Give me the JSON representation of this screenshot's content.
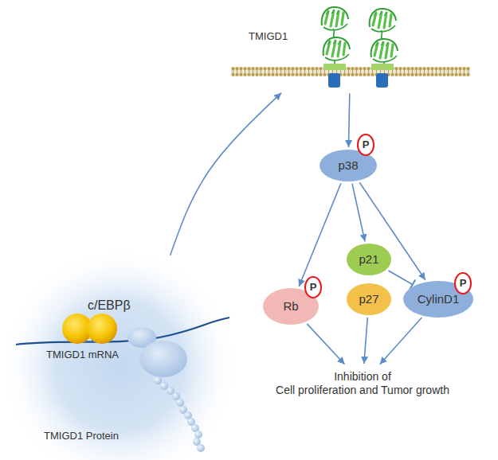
{
  "diagram": {
    "nodes": [
      {
        "text": [
          "TMIGD1"
        ]
      },
      {
        "text": [
          "TMIGD1 mRNA",
          "TMIGD1 Protein"
        ]
      },
      {
        "text": [
          "c/EBPβ"
        ],
        "in": 1
      },
      {
        "text": [
          "p38"
        ]
      },
      {
        "text": [
          "P"
        ]
      },
      {
        "text": [
          "Rb"
        ]
      },
      {
        "text": [
          "P"
        ]
      },
      {
        "text": [
          "p21"
        ]
      },
      {
        "text": [
          "p27"
        ]
      },
      {
        "text": [
          "CylinD1"
        ]
      },
      {
        "text": [
          "P"
        ]
      },
      {
        "text": [
          "Inhibition of Cell proliferation and Tumor growth"
        ]
      }
    ],
    "edges": [
      {
        "from": 1,
        "to": 0,
        "arrow": "to"
      },
      {
        "from": 0,
        "to": 3,
        "arrow": "to"
      },
      {
        "from": 3,
        "to": 5,
        "arrow": "to"
      },
      {
        "from": 3,
        "to": 7,
        "arrow": "to"
      },
      {
        "from": 3,
        "to": 9,
        "arrow": "to"
      },
      {
        "from": 7,
        "to": 9,
        "arrow": "none"
      },
      {
        "from": 5,
        "to": 11,
        "arrow": "to"
      },
      {
        "from": 8,
        "to": 11,
        "arrow": "to"
      },
      {
        "from": 9,
        "to": 11,
        "arrow": "to"
      }
    ]
  }
}
